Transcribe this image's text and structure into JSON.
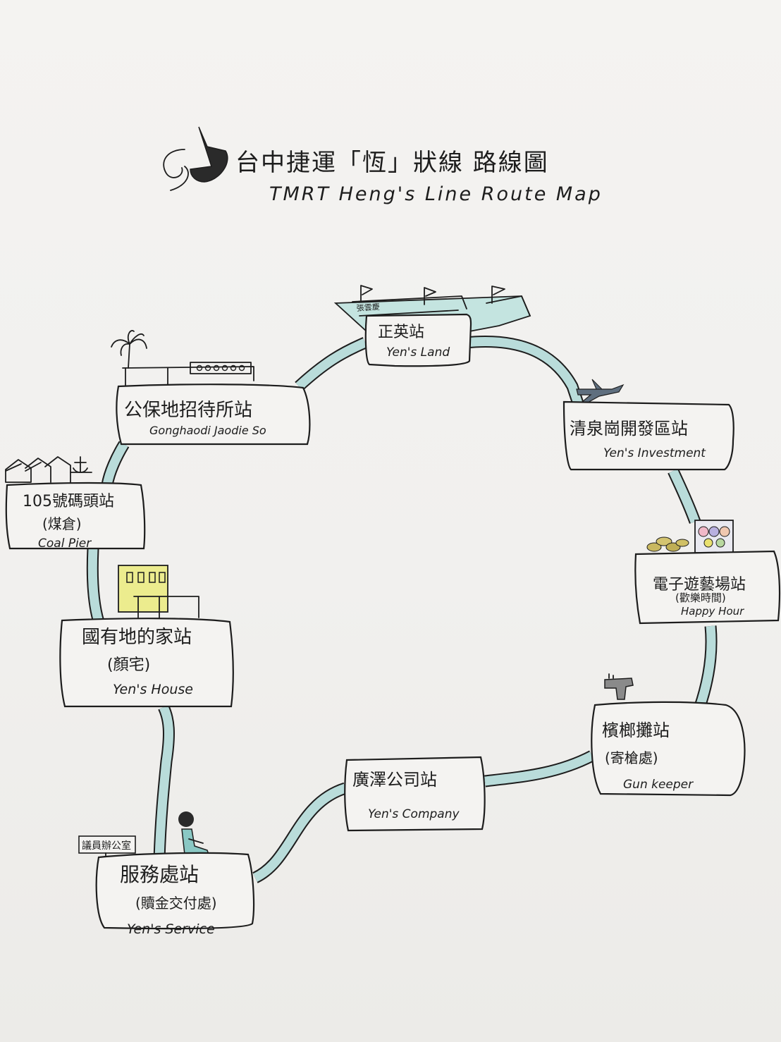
{
  "title": {
    "zh": "台中捷運「恆」狀線 路線圖",
    "en": "TMRT Heng's Line Route Map"
  },
  "colors": {
    "route": "#b9dcda",
    "ink": "#1d1d1d",
    "paper": "#f3f2f0",
    "highlight_yellow": "#ecec8e",
    "ship_teal": "#c4e4e0"
  },
  "stations": [
    {
      "id": "zhengying",
      "zh": "正英站",
      "en": "Yen's Land",
      "icon": "ship-icon"
    },
    {
      "id": "qingquangang",
      "zh": "清泉崗開發區站",
      "en": "Yen's Investment",
      "icon": "airplane-icon"
    },
    {
      "id": "happyhour",
      "zh": "電子遊藝場站",
      "sub": "(歡樂時間)",
      "en": "Happy Hour",
      "icon": "slot-machine-icon"
    },
    {
      "id": "binlangtan",
      "zh": "檳榔攤站",
      "sub": "(寄槍處)",
      "en": "Gun keeper",
      "icon": "pistol-icon"
    },
    {
      "id": "guangze",
      "zh": "廣澤公司站",
      "en": "Yen's Company"
    },
    {
      "id": "fuwuchu",
      "zh": "服務處站",
      "sub": "(贖金交付處)",
      "en": "Yen's Service",
      "icon": "person-icon",
      "sign": "議員辦公室"
    },
    {
      "id": "guoyoudi",
      "zh": "國有地的家站",
      "sub": "(顏宅)",
      "en": "Yen's House",
      "icon": "house-icon"
    },
    {
      "id": "pier105",
      "zh": "105號碼頭站",
      "sub": "(煤倉)",
      "en": "Coal Pier",
      "icon": "warehouse-icon"
    },
    {
      "id": "gongbaodi",
      "zh": "公保地招待所站",
      "en": "Gonghaodi Jaodie So",
      "icon": "palm-tree-icon"
    }
  ]
}
